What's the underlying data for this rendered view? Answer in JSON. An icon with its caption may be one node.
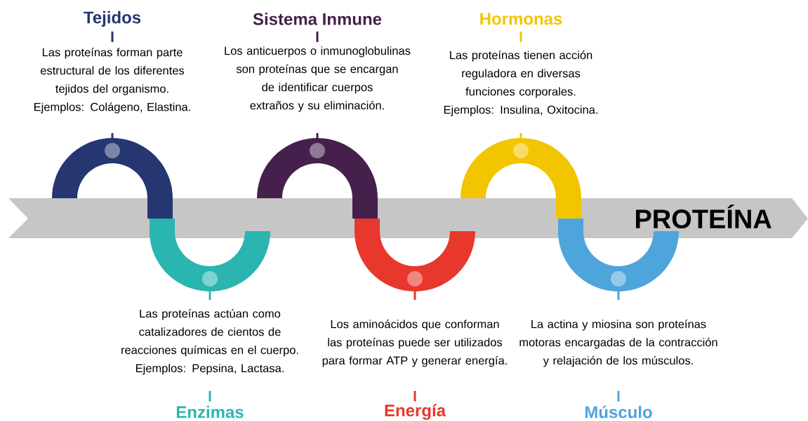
{
  "diagram": {
    "nodes": [
      {
        "text": [
          "Tejidos",
          "Las proteínas forman parte estructural de los diferentes tejidos del organismo. Ejemplos: Colágeno, Elastina."
        ]
      },
      {
        "text": [
          "Sistema Inmune",
          "Los anticuerpos o inmunoglobulinas son proteínas que se encargan de identificar cuerpos extraños y su eliminación."
        ]
      },
      {
        "text": [
          "Hormonas",
          "Las proteínas tienen acción reguladora en diversas funciones corporales. Ejemplos: Insulina, Oxitocina."
        ]
      },
      {
        "text": [
          "Las proteínas actúan como catalizadores de cientos de reacciones químicas en el cuerpo. Ejemplos: Pepsina, Lactasa.",
          "Enzimas"
        ]
      },
      {
        "text": [
          "Los aminoácidos que conforman las proteínas puede ser utilizados para formar ATP y generar energía.",
          "Energía"
        ]
      },
      {
        "text": [
          "La actina y miosina son proteínas motoras encargadas de la contracción y relajación de los músculos.",
          "Músculo"
        ]
      },
      {
        "text": [
          "PROTEÍNA"
        ]
      }
    ]
  }
}
